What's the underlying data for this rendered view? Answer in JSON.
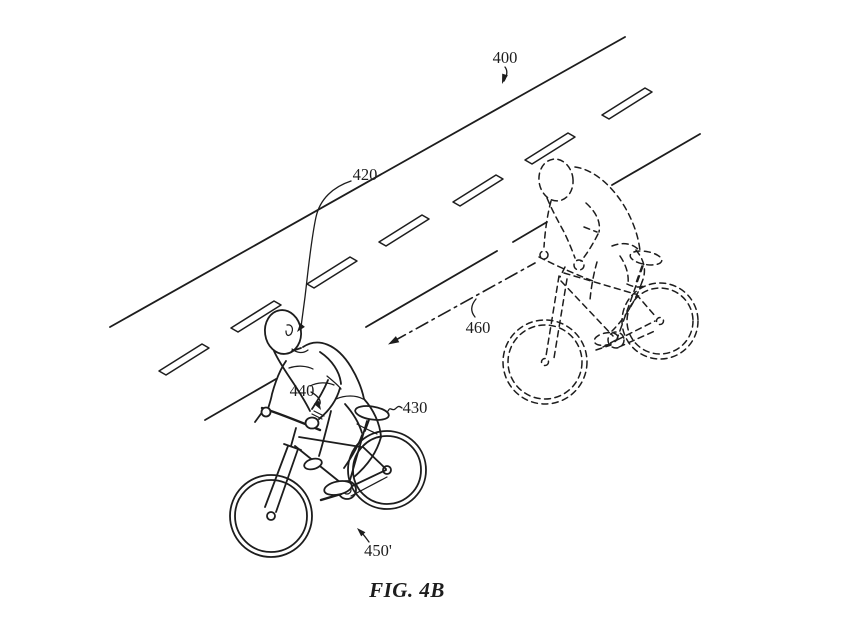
{
  "figure": {
    "caption": "FIG. 4B",
    "labels": {
      "road": "400",
      "rider": "420",
      "seat": "430",
      "handlebar": "440",
      "bicycle": "450'",
      "direction": "460"
    },
    "colors": {
      "ink": "#1d1d1d",
      "background": "#ffffff"
    }
  }
}
